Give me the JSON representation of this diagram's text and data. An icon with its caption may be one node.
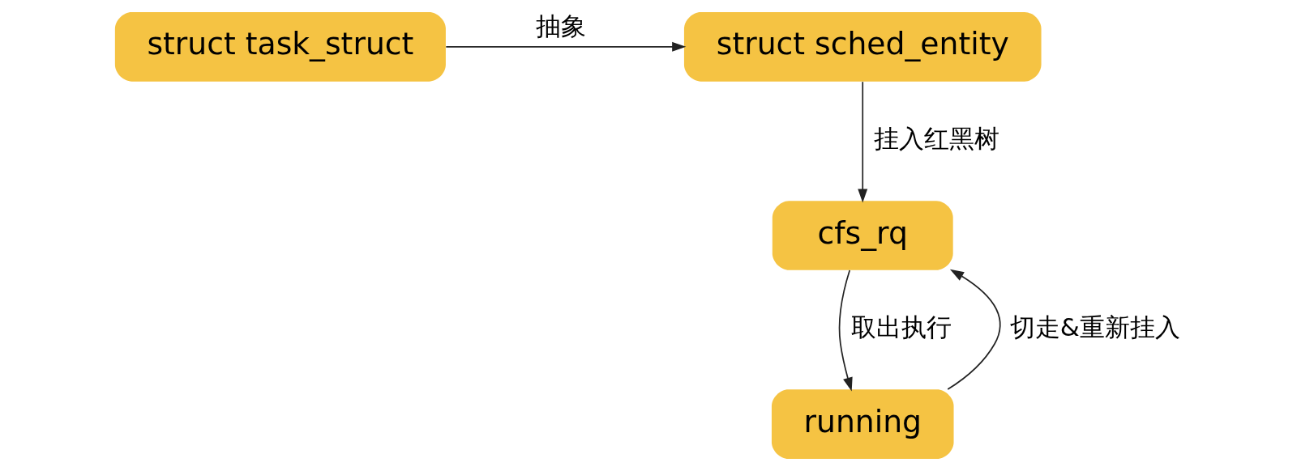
{
  "diagram": {
    "nodes": [
      {
        "text": [
          "struct task_struct"
        ]
      },
      {
        "text": [
          "struct sched_entity"
        ]
      },
      {
        "text": [
          "cfs_rq"
        ]
      },
      {
        "text": [
          "running"
        ]
      }
    ],
    "edges": [
      {
        "from": 0,
        "to": 1,
        "arrow": "to",
        "label": "抽象"
      },
      {
        "from": 1,
        "to": 2,
        "arrow": "to",
        "label": "挂入红黑树"
      },
      {
        "from": 2,
        "to": 3,
        "arrow": "to",
        "label": "取出执行"
      },
      {
        "from": 3,
        "to": 2,
        "arrow": "to",
        "label": "切走&重新挂入"
      }
    ]
  }
}
